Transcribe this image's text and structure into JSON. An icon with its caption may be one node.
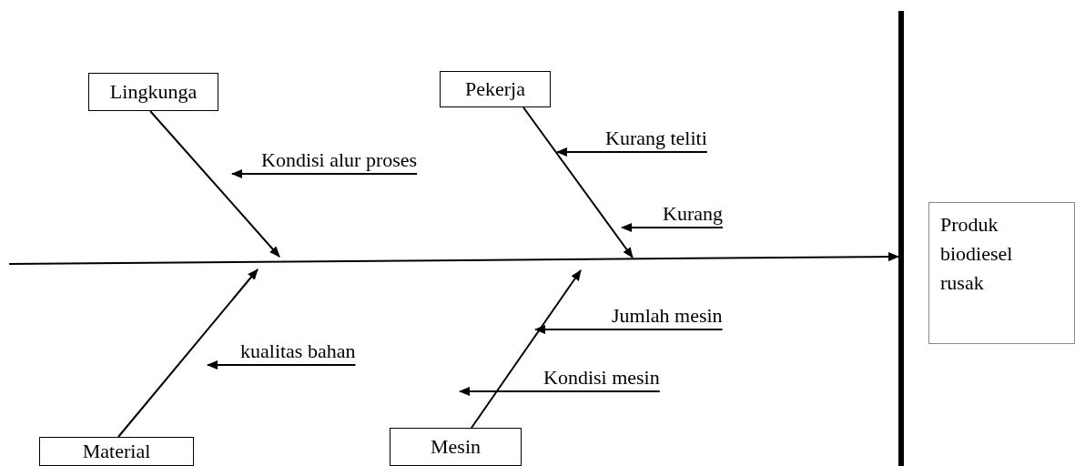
{
  "diagram": {
    "nodes": [
      {
        "text": [
          "Lingkunga"
        ]
      },
      {
        "text": [
          "Pekerja"
        ]
      },
      {
        "text": [
          "Kondisi alur proses"
        ]
      },
      {
        "text": [
          "Kurang teliti"
        ]
      },
      {
        "text": [
          "Kurang"
        ]
      },
      {
        "text": [
          "Produk biodiesel rusak"
        ]
      },
      {
        "text": [],
        "shape": "bar"
      },
      {
        "text": [
          "Jumlah mesin"
        ]
      },
      {
        "text": [
          "kualitas bahan"
        ]
      },
      {
        "text": [
          "Kondisi mesin"
        ]
      },
      {
        "text": [
          "Material"
        ]
      },
      {
        "text": [
          "Mesin"
        ]
      }
    ],
    "edges": [
      {
        "from": null,
        "to": 6,
        "arrow": "to"
      },
      {
        "from": 0,
        "to": null,
        "arrow": "to"
      },
      {
        "from": 1,
        "to": null,
        "arrow": "to"
      },
      {
        "from": 10,
        "to": null,
        "arrow": "to"
      },
      {
        "from": 11,
        "to": null,
        "arrow": "to"
      },
      {
        "from": 2,
        "to": null,
        "arrow": "to"
      },
      {
        "from": 3,
        "to": null,
        "arrow": "to"
      },
      {
        "from": 4,
        "to": null,
        "arrow": "to"
      },
      {
        "from": 7,
        "to": null,
        "arrow": "to"
      },
      {
        "from": 8,
        "to": null,
        "arrow": "to"
      },
      {
        "from": 9,
        "to": null,
        "arrow": "to"
      }
    ]
  }
}
